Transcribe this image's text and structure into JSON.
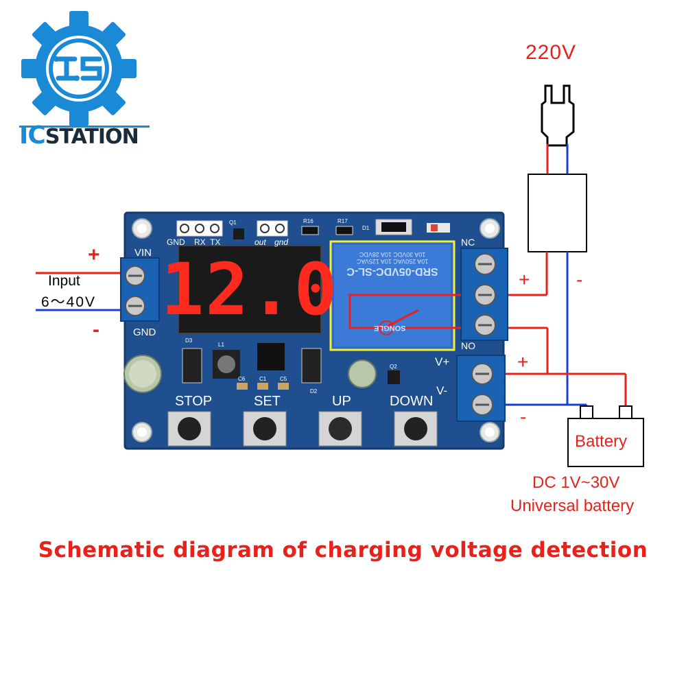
{
  "brand": {
    "logo_letters": "IS",
    "name_part1": "IC",
    "name_part2": "STATION",
    "colors": {
      "blue": "#1b8ad6",
      "dark": "#1a2b3c"
    }
  },
  "mains": {
    "label": "220V"
  },
  "input": {
    "plus": "+",
    "label": "Input",
    "range": "6～40V",
    "minus": "-"
  },
  "board": {
    "display_value": "12.0",
    "header_labels": {
      "gnd": "GND",
      "rx": "RX",
      "tx": "TX",
      "out": "out",
      "gnd2": "gnd"
    },
    "terminal_labels": {
      "vin": "VIN",
      "gnd": "GND",
      "nc": "NC",
      "no": "NO",
      "vplus": "V+",
      "vminus": "V-"
    },
    "component_labels": {
      "q1": "Q1",
      "r16": "R16",
      "r17": "R17",
      "d1": "D1",
      "d3": "D3",
      "l1": "L1",
      "c6": "C6",
      "c1": "C1",
      "c5": "C5",
      "d2": "D2",
      "q2": "Q2"
    },
    "relay": {
      "model": "SRD-05VDC-SL-C",
      "rating1": "10A 250VAC  10A 125VAC",
      "rating2": "10A 30VDC  10A 28VDC",
      "brand": "SONGLE"
    },
    "buttons": [
      "STOP",
      "SET",
      "UP",
      "DOWN"
    ]
  },
  "relay_side": {
    "plus": "+",
    "minus": "-"
  },
  "battery_side": {
    "plus": "+",
    "minus": "-"
  },
  "battery": {
    "label": "Battery",
    "spec1": "DC 1V~30V",
    "spec2": "Universal battery"
  },
  "caption": "Schematic diagram of charging voltage detection",
  "colors": {
    "wire_red": "#e8211b",
    "wire_blue": "#1a3fd6",
    "pcb": "#1f4f8f",
    "segment": "#ff2a1e"
  }
}
